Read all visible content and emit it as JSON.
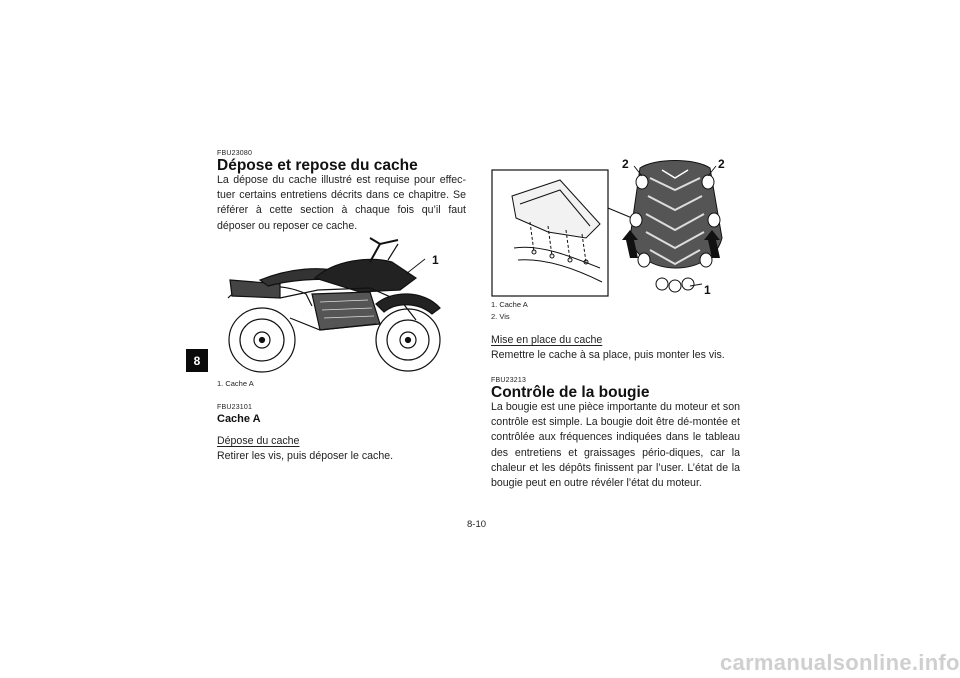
{
  "chapter_tab": "8",
  "left_column": {
    "code1": "FBU23080",
    "heading1": "Dépose et repose du cache",
    "para1": "La dépose du cache illustré est requise pour effec-tuer certains entretiens décrits dans ce chapitre. Se référer à cette section à chaque fois qu’il faut déposer ou reposer ce cache.",
    "figure1_callout": "1",
    "figure1_caption": "1. Cache A",
    "code2": "FBU23101",
    "heading2": "Cache A",
    "subheading_removal": "Dépose du cache",
    "para_removal": "Retirer les vis, puis déposer le cache."
  },
  "right_column": {
    "figure2_callout_2a": "2",
    "figure2_callout_2b": "2",
    "figure2_callout_1": "1",
    "figure2_caption_1": "1. Cache A",
    "figure2_caption_2": "2. Vis",
    "subheading_install": "Mise en place du cache",
    "para_install": "Remettre le cache à sa place, puis monter les vis.",
    "code3": "FBU23213",
    "heading3": "Contrôle de la bougie",
    "para_spark": "La bougie est une pièce importante du moteur et son contrôle est simple. La bougie doit être dé-montée et contrôlée aux fréquences indiquées dans le tableau des entretiens et graissages pério-diques, car la chaleur et les dépôts finissent par l’user. L’état de la bougie peut en outre révéler l’état du moteur."
  },
  "page_number": "8-10",
  "watermark": "carmanualsonline.info"
}
